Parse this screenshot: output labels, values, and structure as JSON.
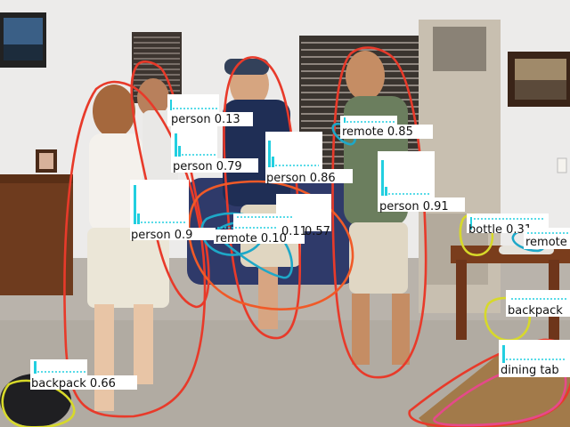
{
  "colors": {
    "person": "#e83a2a",
    "remote": "#1ea8c8",
    "bottle": "#d7d92a",
    "backpack": "#d7d92a",
    "dining_table": "#e54a8a",
    "orange": "#f05a28",
    "hist": "#22cfe0"
  },
  "labels": [
    {
      "text": "person 0.13"
    },
    {
      "text": "person 0.79"
    },
    {
      "text": "person 0.86"
    },
    {
      "text": "remote 0.85"
    },
    {
      "text": "person 0.91"
    },
    {
      "text": "person 0.9"
    },
    {
      "text": "remote 0.10"
    },
    {
      "text": "0.11"
    },
    {
      "text": "0.57"
    },
    {
      "text": "bottle 0.31"
    },
    {
      "text": "remote"
    },
    {
      "text": "backpack"
    },
    {
      "text": "dining tab"
    },
    {
      "text": "backpack 0.66"
    }
  ]
}
